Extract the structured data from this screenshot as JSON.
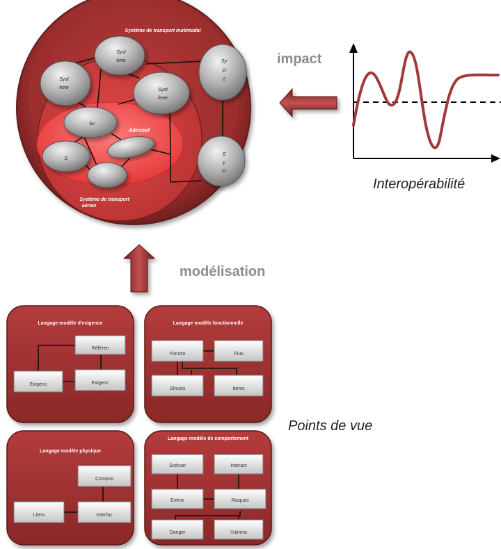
{
  "labels": {
    "impact": "impact",
    "interoperability": "Interopérabilité",
    "modeling": "modélisation",
    "viewpoints": "Points de vue"
  },
  "system": {
    "multimodal_title": "Système de transport mutimodal",
    "air_title_line1": "Système de transport",
    "air_title_line2": "aérien",
    "aircraft": "Aéronef",
    "ellipses": {
      "a1": "Syst",
      "a2": "ème",
      "b1": "Syst",
      "b2": "ème",
      "c1": "Syst",
      "c2": "ème",
      "d1": "Sy",
      "d2": "st",
      "d3": "è",
      "e1": "S",
      "e2": "y",
      "e3": "st",
      "sv": "Sv",
      "s": "S"
    }
  },
  "panels": {
    "requirement": {
      "title": "Langage modèle d'exigence",
      "boxes": [
        "Référen",
        "Exigenc",
        "Exigenc"
      ]
    },
    "functional": {
      "title": "Langage modèle fonctionnelle",
      "boxes": [
        "Fonctio",
        "Flux",
        "Structu",
        "Items"
      ]
    },
    "physical": {
      "title": "Langage modèle physique",
      "boxes": [
        "Compos",
        "Liens",
        "Interfac"
      ]
    },
    "behavior": {
      "title": "Langage modèle de comportement",
      "boxes": [
        "Scénari",
        "Interact",
        "Evène",
        "Risques",
        "Danger",
        "Vulnéra"
      ]
    }
  },
  "colors": {
    "dark_red": "#8e2a2a",
    "red": "#cc3a3a",
    "bright_red": "#ff4b4b",
    "curve": "#a23838",
    "label_gray": "#8c8c8c"
  }
}
